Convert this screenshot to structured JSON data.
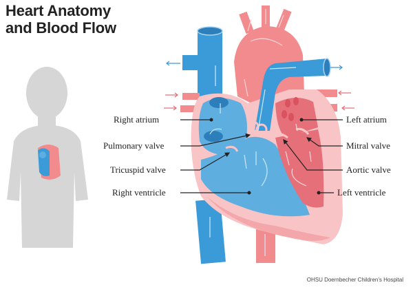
{
  "title": {
    "line1": "Heart Anatomy",
    "line2": "and Blood Flow"
  },
  "labels": {
    "right_atrium": "Right atrium",
    "pulmonary_valve": "Pulmonary valve",
    "tricuspid_valve": "Tricuspid valve",
    "right_ventricle": "Right ventricle",
    "left_atrium": "Left atrium",
    "mitral_valve": "Mitral valve",
    "aortic_valve": "Aortic valve",
    "left_ventricle": "Left ventricle"
  },
  "credit": "OHSU Doernbecher Children's Hospital",
  "colors": {
    "blue": "#3b9ad8",
    "light_blue": "#5eaee0",
    "pink": "#f28b8e",
    "light_pink": "#f9c4c6",
    "red": "#e5707a",
    "silhouette": "#d6d6d6"
  }
}
